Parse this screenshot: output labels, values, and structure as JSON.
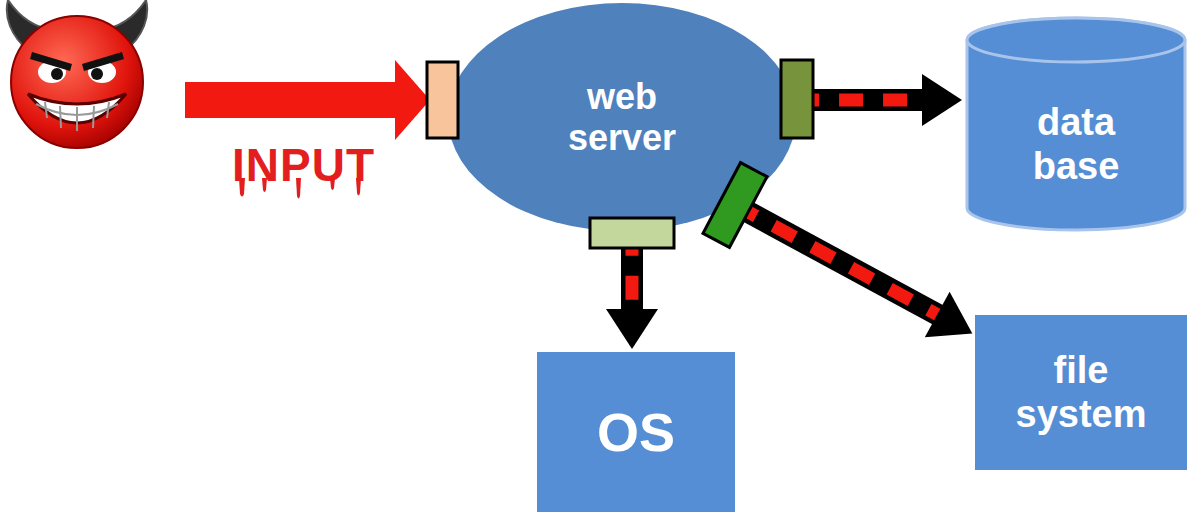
{
  "diagram": {
    "nodes": [
      {
        "text": [
          "web server"
        ]
      },
      {
        "text": [
          "data base"
        ]
      },
      {
        "text": [
          "OS"
        ]
      },
      {
        "text": [
          "file system"
        ]
      }
    ],
    "edges": [
      {
        "from": 0,
        "to": 1,
        "arrow": "to"
      },
      {
        "from": 0,
        "to": 2,
        "arrow": "to"
      },
      {
        "from": 0,
        "to": 3,
        "arrow": "to"
      }
    ],
    "labels": [
      "INPUT"
    ]
  }
}
